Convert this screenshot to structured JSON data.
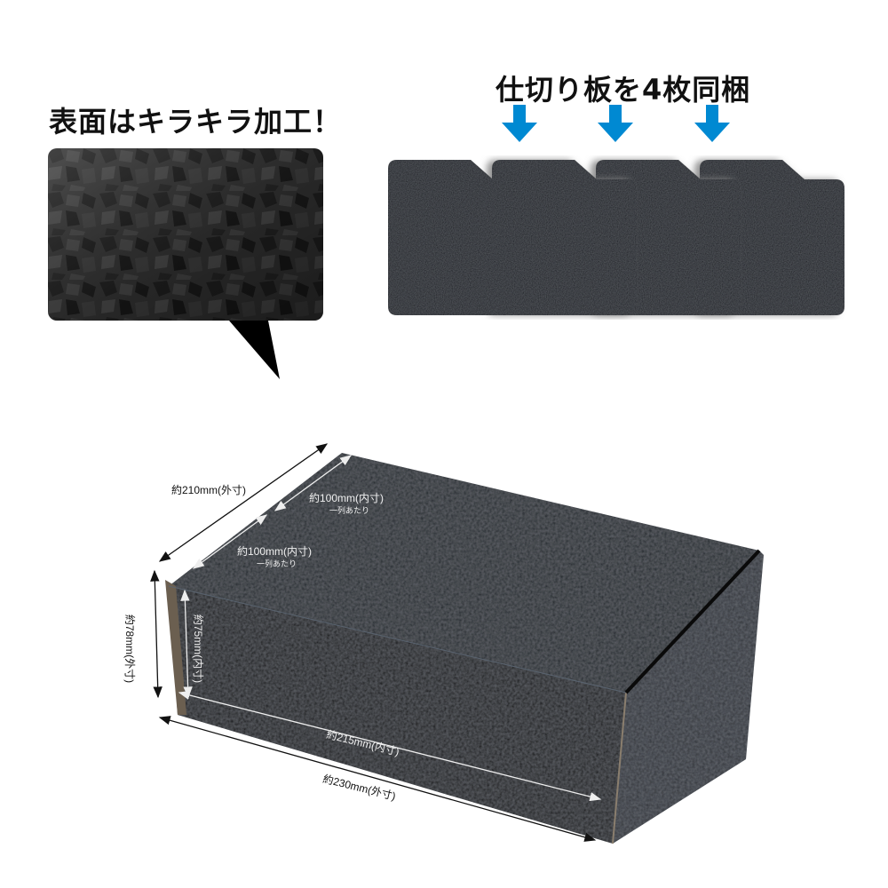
{
  "left_panel": {
    "heading": "表面はキラキラ加工！",
    "swatch_label": "texture-swatch"
  },
  "right_panel": {
    "heading": "仕切り板を4枚同梱",
    "arrow_color": "#0089d2",
    "divider_count": 4
  },
  "box": {
    "color": "#1c1d20",
    "dimensions": {
      "outer_depth": "約210mm(外寸)",
      "inner_col_back": "約100mm(内寸)",
      "inner_col_back_sub": "一列あたり",
      "inner_col_front": "約100mm(内寸)",
      "inner_col_front_sub": "一列あたり",
      "outer_height": "約78mm(外寸)",
      "inner_height": "約75mm(内寸)",
      "inner_width": "約215mm(内寸)",
      "outer_width": "約230mm(外寸)"
    }
  }
}
